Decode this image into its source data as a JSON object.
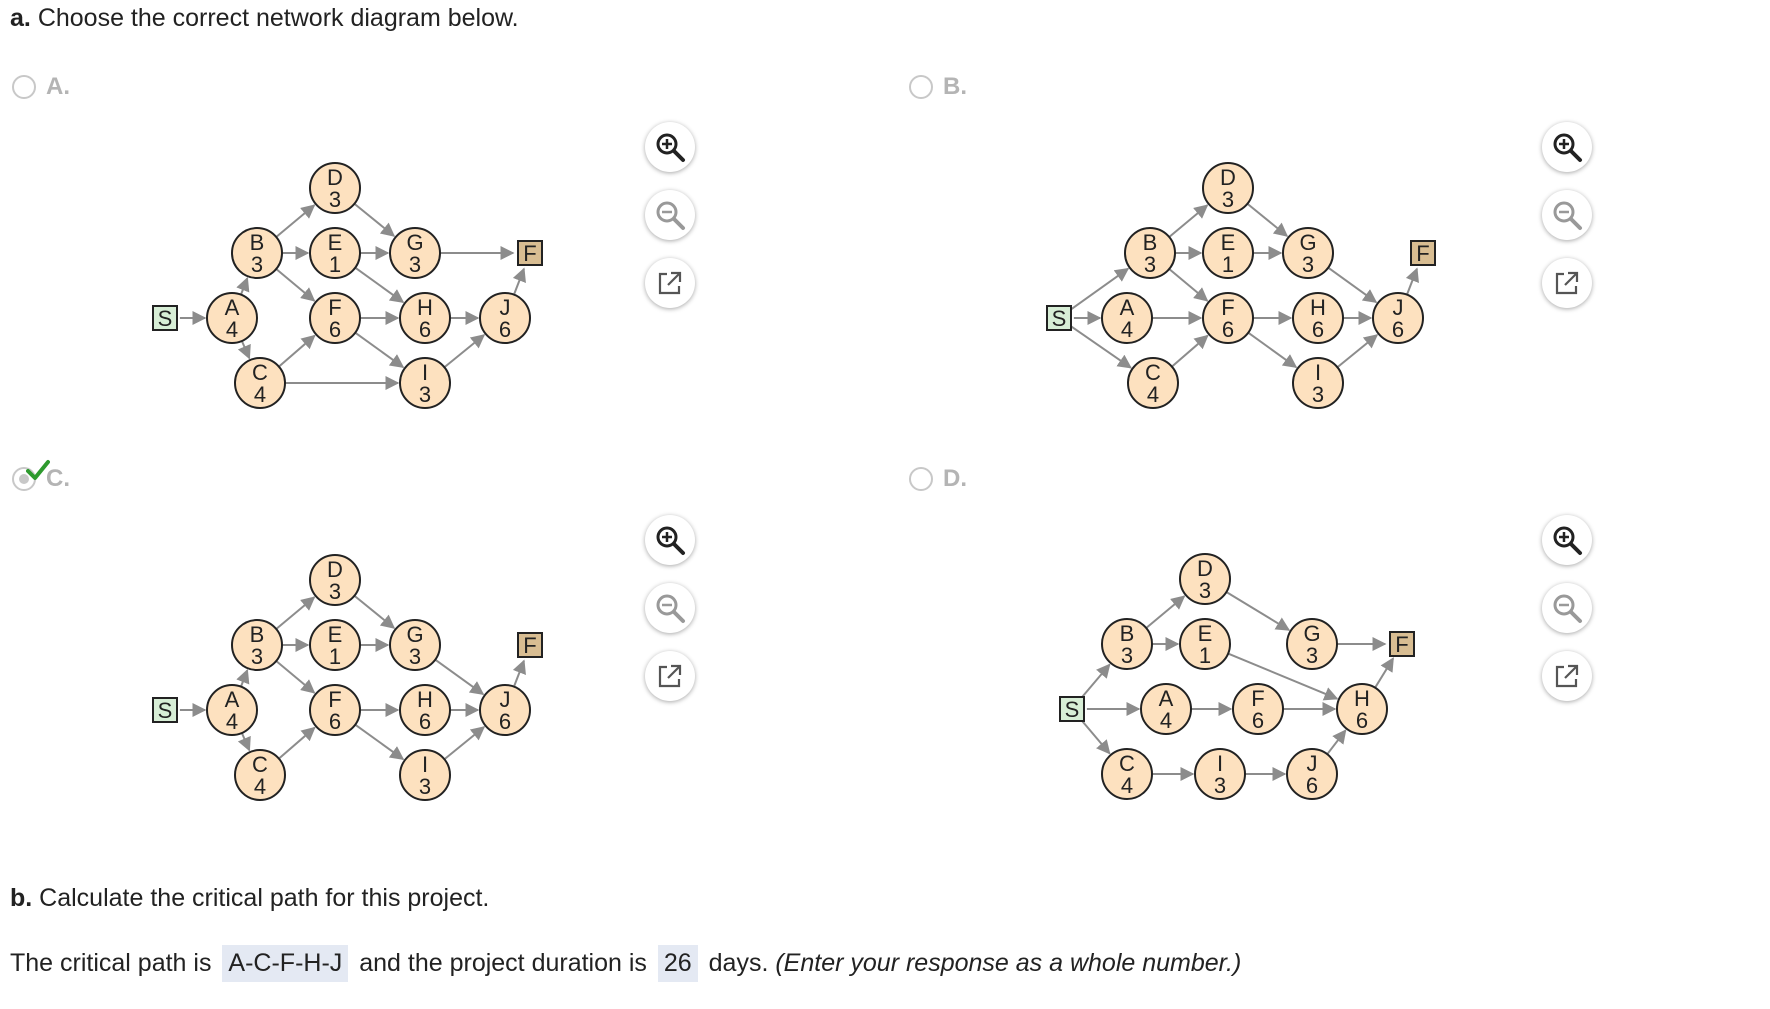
{
  "part_a": {
    "label": "a.",
    "text": "Choose the correct network diagram below."
  },
  "part_b": {
    "label": "b.",
    "text": "Calculate the critical path for this project.",
    "line_prefix": "The critical path is",
    "critical_path": "A-C-F-H-J",
    "line_middle": "and the project duration is",
    "duration": "26",
    "line_suffix": "days.",
    "hint": "(Enter your response as a whole number.)"
  },
  "options": [
    {
      "label": "A.",
      "selected": false,
      "nodes": [
        {
          "id": "S",
          "kind": "start"
        },
        {
          "id": "A",
          "dur": "4"
        },
        {
          "id": "B",
          "dur": "3"
        },
        {
          "id": "C",
          "dur": "4"
        },
        {
          "id": "D",
          "dur": "3"
        },
        {
          "id": "E",
          "dur": "1"
        },
        {
          "id": "F",
          "dur": "6"
        },
        {
          "id": "G",
          "dur": "3"
        },
        {
          "id": "H",
          "dur": "6"
        },
        {
          "id": "I",
          "dur": "3"
        },
        {
          "id": "J",
          "dur": "6"
        },
        {
          "id": "F_end",
          "letter": "F",
          "kind": "finish"
        }
      ],
      "edges": [
        [
          "S",
          "A"
        ],
        [
          "A",
          "B"
        ],
        [
          "A",
          "C"
        ],
        [
          "B",
          "D"
        ],
        [
          "B",
          "E"
        ],
        [
          "B",
          "F"
        ],
        [
          "C",
          "F"
        ],
        [
          "C",
          "I"
        ],
        [
          "D",
          "G"
        ],
        [
          "E",
          "G"
        ],
        [
          "E",
          "H"
        ],
        [
          "F",
          "H"
        ],
        [
          "F",
          "I"
        ],
        [
          "G",
          "F_end"
        ],
        [
          "H",
          "J"
        ],
        [
          "I",
          "J"
        ],
        [
          "J",
          "F_end"
        ]
      ]
    },
    {
      "label": "B.",
      "selected": false,
      "nodes": [
        {
          "id": "S",
          "kind": "start"
        },
        {
          "id": "A",
          "dur": "4"
        },
        {
          "id": "B",
          "dur": "3"
        },
        {
          "id": "C",
          "dur": "4"
        },
        {
          "id": "D",
          "dur": "3"
        },
        {
          "id": "E",
          "dur": "1"
        },
        {
          "id": "F",
          "dur": "6"
        },
        {
          "id": "G",
          "dur": "3"
        },
        {
          "id": "H",
          "dur": "6"
        },
        {
          "id": "I",
          "dur": "3"
        },
        {
          "id": "J",
          "dur": "6"
        },
        {
          "id": "F_end",
          "letter": "F",
          "kind": "finish"
        }
      ],
      "edges": [
        [
          "S",
          "A"
        ],
        [
          "S",
          "B"
        ],
        [
          "S",
          "C"
        ],
        [
          "A",
          "F"
        ],
        [
          "B",
          "D"
        ],
        [
          "B",
          "E"
        ],
        [
          "B",
          "F"
        ],
        [
          "C",
          "F"
        ],
        [
          "D",
          "G"
        ],
        [
          "E",
          "G"
        ],
        [
          "F",
          "H"
        ],
        [
          "F",
          "I"
        ],
        [
          "G",
          "J"
        ],
        [
          "H",
          "J"
        ],
        [
          "I",
          "J"
        ],
        [
          "J",
          "F_end"
        ]
      ]
    },
    {
      "label": "C.",
      "selected": true,
      "nodes": [
        {
          "id": "S",
          "kind": "start"
        },
        {
          "id": "A",
          "dur": "4"
        },
        {
          "id": "B",
          "dur": "3"
        },
        {
          "id": "C",
          "dur": "4"
        },
        {
          "id": "D",
          "dur": "3"
        },
        {
          "id": "E",
          "dur": "1"
        },
        {
          "id": "F",
          "dur": "6"
        },
        {
          "id": "G",
          "dur": "3"
        },
        {
          "id": "H",
          "dur": "6"
        },
        {
          "id": "I",
          "dur": "3"
        },
        {
          "id": "J",
          "dur": "6"
        },
        {
          "id": "F_end",
          "letter": "F",
          "kind": "finish"
        }
      ],
      "edges": [
        [
          "S",
          "A"
        ],
        [
          "A",
          "B"
        ],
        [
          "A",
          "C"
        ],
        [
          "B",
          "D"
        ],
        [
          "B",
          "E"
        ],
        [
          "B",
          "F"
        ],
        [
          "C",
          "F"
        ],
        [
          "D",
          "G"
        ],
        [
          "E",
          "G"
        ],
        [
          "F",
          "H"
        ],
        [
          "F",
          "I"
        ],
        [
          "G",
          "J"
        ],
        [
          "H",
          "J"
        ],
        [
          "I",
          "J"
        ],
        [
          "J",
          "F_end"
        ]
      ]
    },
    {
      "label": "D.",
      "selected": false,
      "nodes": [
        {
          "id": "S",
          "kind": "start"
        },
        {
          "id": "A",
          "dur": "4"
        },
        {
          "id": "B",
          "dur": "3"
        },
        {
          "id": "C",
          "dur": "4"
        },
        {
          "id": "D",
          "dur": "3"
        },
        {
          "id": "E",
          "dur": "1"
        },
        {
          "id": "F",
          "dur": "6"
        },
        {
          "id": "G",
          "dur": "3"
        },
        {
          "id": "H",
          "dur": "6"
        },
        {
          "id": "I",
          "dur": "3"
        },
        {
          "id": "J",
          "dur": "6"
        },
        {
          "id": "F_end",
          "letter": "F",
          "kind": "finish"
        }
      ],
      "edges": [
        [
          "S",
          "B"
        ],
        [
          "S",
          "A"
        ],
        [
          "S",
          "C"
        ],
        [
          "B",
          "D"
        ],
        [
          "B",
          "E"
        ],
        [
          "D",
          "G"
        ],
        [
          "E",
          "H"
        ],
        [
          "A",
          "F"
        ],
        [
          "F",
          "H"
        ],
        [
          "C",
          "I"
        ],
        [
          "I",
          "J"
        ],
        [
          "J",
          "H"
        ],
        [
          "G",
          "F_end"
        ],
        [
          "H",
          "F_end"
        ]
      ]
    }
  ],
  "tools": [
    "zoom-in-icon",
    "zoom-out-icon",
    "open-new-window-icon"
  ],
  "colors": {
    "node_fill": "#fde1bf",
    "start_fill": "#d7eed6",
    "finish_fill": "#d8bd92",
    "edge": "#8c8c8c",
    "answer_bg": "#e4e9f3",
    "check": "#2e9a2e"
  }
}
